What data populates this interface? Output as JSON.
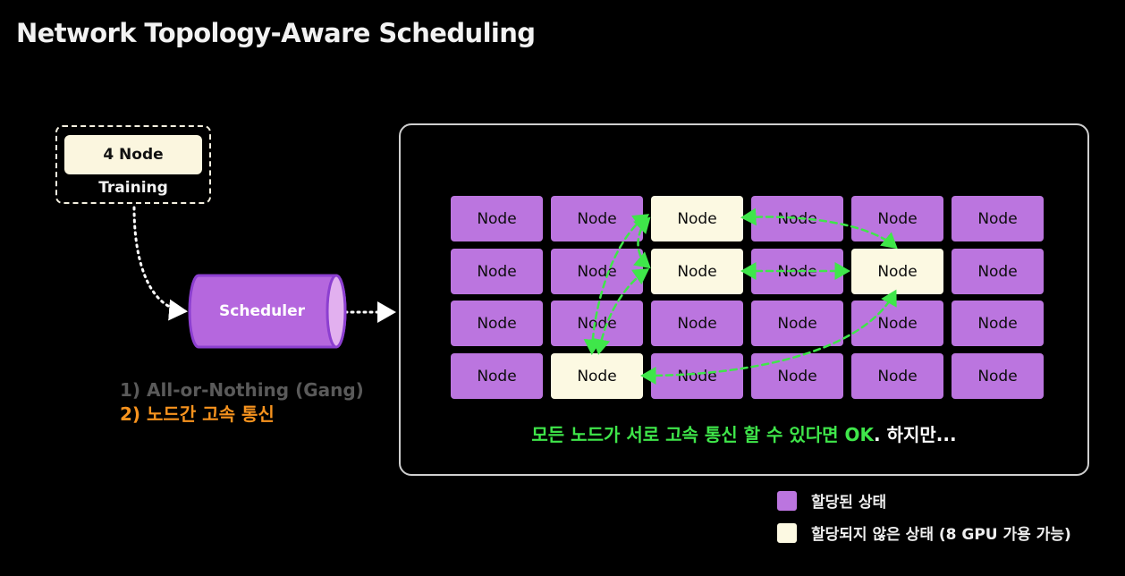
{
  "title": "Network Topology-Aware Scheduling",
  "job": {
    "count_label": "4 Node",
    "type_label": "Training"
  },
  "scheduler": {
    "label": "Scheduler"
  },
  "criteria": [
    "1) All-or-Nothing (Gang)",
    "2) 노드간 고속 통신"
  ],
  "cluster": {
    "node_label": "Node",
    "grid": [
      [
        "alloc",
        "alloc",
        "free",
        "alloc",
        "alloc",
        "alloc"
      ],
      [
        "alloc",
        "alloc",
        "free",
        "alloc",
        "free",
        "alloc"
      ],
      [
        "alloc",
        "alloc",
        "alloc",
        "alloc",
        "alloc",
        "alloc"
      ],
      [
        "alloc",
        "free",
        "alloc",
        "alloc",
        "alloc",
        "alloc"
      ]
    ]
  },
  "caption": {
    "highlight": "모든 노드가 서로 고속 통신 할 수 있다면 OK",
    "rest": ". 하지만..."
  },
  "legend": {
    "allocated": "할당된 상태",
    "unallocated": "할당되지 않은 상태 (8 GPU 가용 가능)"
  },
  "colors": {
    "allocated": "#bb75df",
    "unallocated": "#fcf9e2",
    "link": "#3fe64a",
    "highlight": "#f7931e"
  }
}
